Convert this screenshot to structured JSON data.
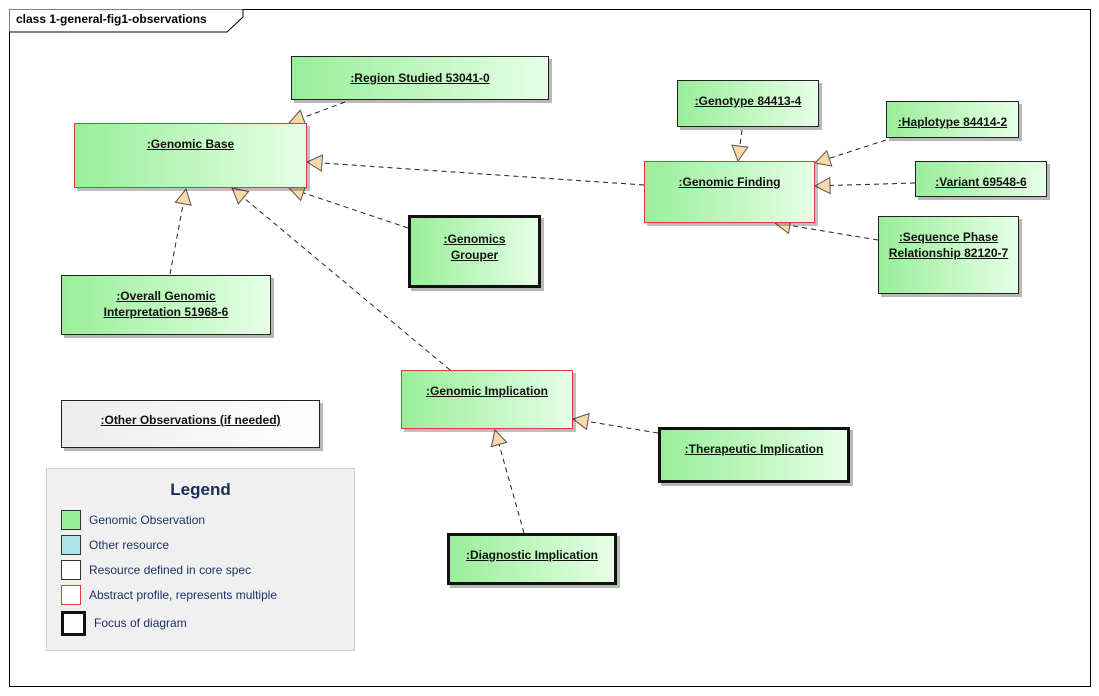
{
  "frame": {
    "title": "class 1-general-fig1-observations"
  },
  "nodes": {
    "region_studied": ":Region Studied 53041-0",
    "genomic_base": ":Genomic Base",
    "genotype": ":Genotype  84413-4",
    "haplotype": ":Haplotype 84414-2",
    "genomic_finding": ":Genomic Finding",
    "variant": ":Variant 69548-6",
    "genomics_grouper": ":Genomics Grouper",
    "sequence_phase": ":Sequence Phase Relationship 82120-7",
    "overall_interpretation": ":Overall Genomic Interpretation 51968-6",
    "genomic_implication": ":Genomic Implication",
    "other_observations": ":Other Observations (if needed)",
    "therapeutic_implication": ":Therapeutic Implication",
    "diagnostic_implication": ":Diagnostic Implication"
  },
  "legend": {
    "title": "Legend",
    "items": [
      {
        "label": "Genomic Observation",
        "fill": "#99ee99",
        "border": "#333333"
      },
      {
        "label": "Other resource",
        "fill": "#aee6ee",
        "border": "#333333"
      },
      {
        "label": "Resource defined in core spec",
        "fill": "#ffffff",
        "border": "#333333"
      },
      {
        "label": "Abstract profile, represents multiple",
        "fill": "#ffffff",
        "border": "#e23a3a"
      },
      {
        "label": "Focus of diagram",
        "fill": "#ffffff",
        "border": "#111111"
      }
    ]
  },
  "colors": {
    "genomic_observation": "#99ee99",
    "abstract_border": "#e23a3a",
    "arrowhead_fill": "#f9d9a8"
  }
}
